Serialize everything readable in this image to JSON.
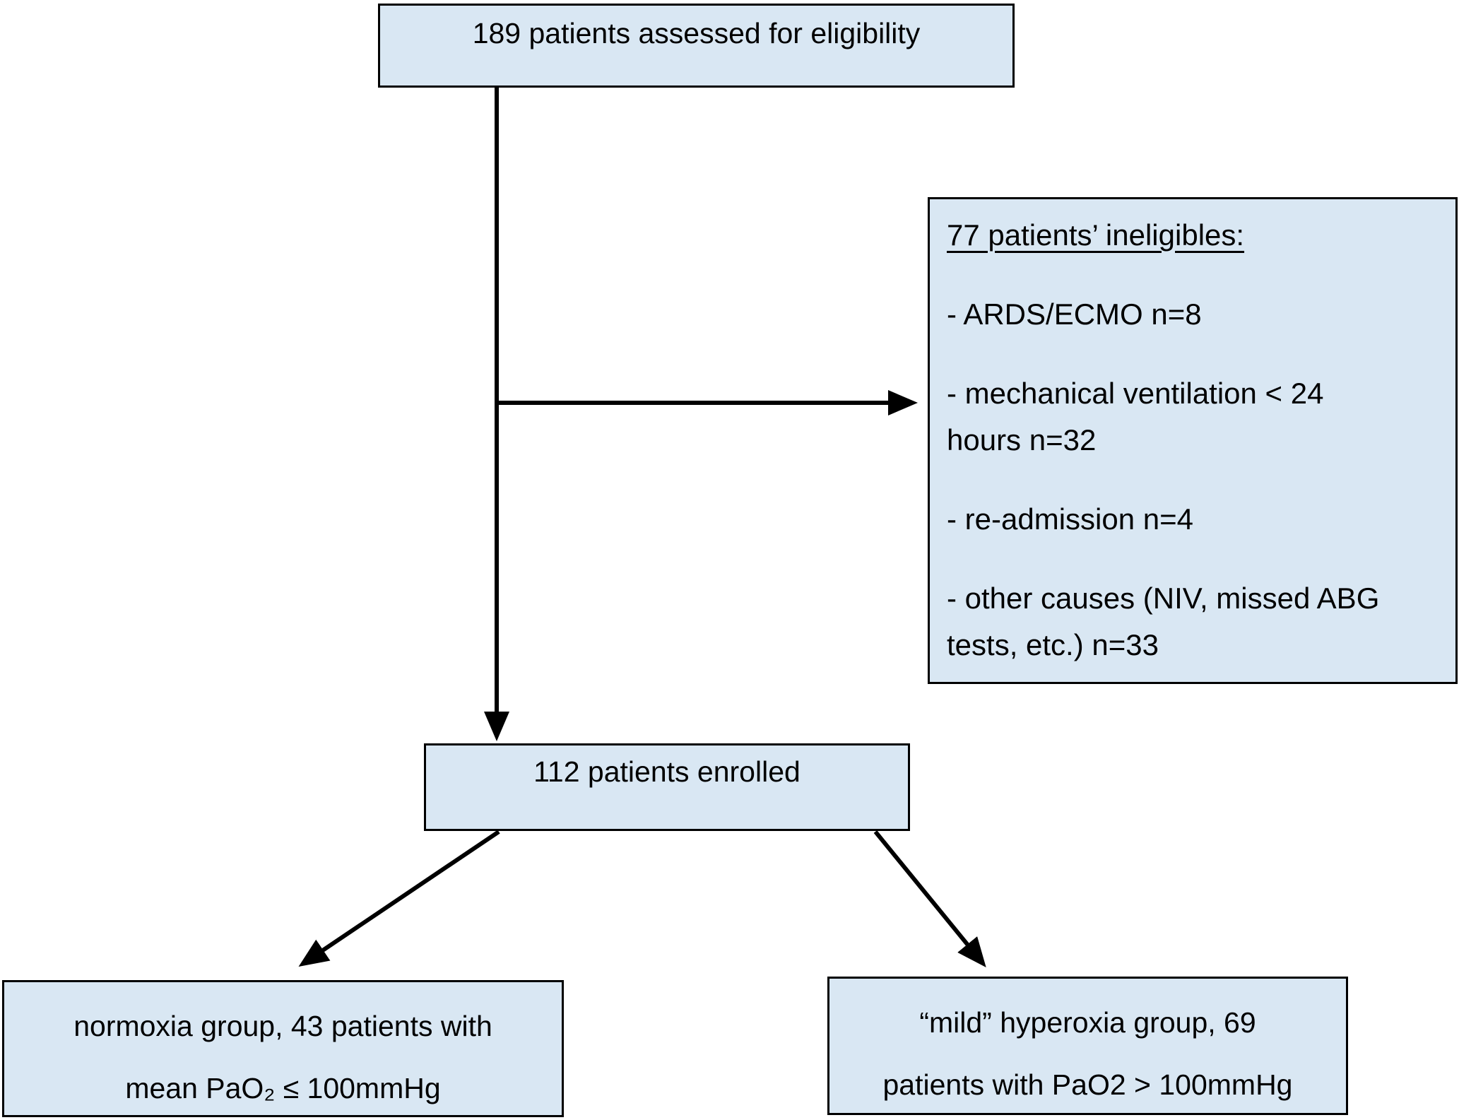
{
  "figure": {
    "boxes": {
      "assessed": {
        "text": "189 patients assessed for eligibility"
      },
      "ineligible": {
        "title": "77 patients’ ineligibles:",
        "items": [
          "- ARDS/ECMO n=8",
          "- mechanical ventilation < 24\nhours n=32",
          "- re-admission n=4",
          "- other causes (NIV, missed ABG\ntests, etc.) n=33"
        ]
      },
      "enrolled": {
        "text": "112 patients enrolled"
      },
      "normoxia": {
        "line1": "normoxia group, 43 patients with",
        "line2": "mean PaO₂ ≤ 100mmHg"
      },
      "hyperoxia": {
        "line1": "“mild” hyperoxia group, 69",
        "line2": "patients with PaO2 > 100mmHg"
      }
    },
    "colors": {
      "background": "#ffffff",
      "box_fill": "#d9e7f3",
      "box_border": "#000000",
      "arrow": "#000000"
    }
  }
}
